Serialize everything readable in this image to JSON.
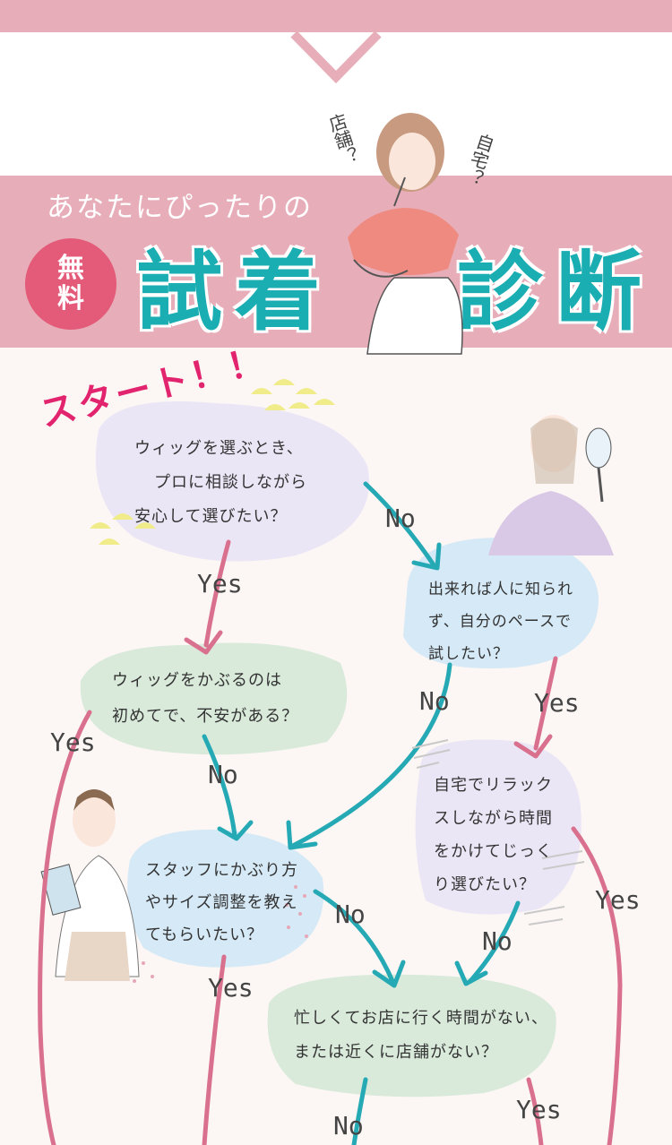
{
  "header": {
    "subtitle": "あなたにぴったりの",
    "badge": "無料",
    "title_left": "試着",
    "title_right": "診断",
    "thought_shop": "店舗？",
    "thought_home": "自宅？"
  },
  "start_label": "スタート！！",
  "questions": {
    "q1": [
      "ウィッグを選ぶとき、",
      "プロに相談しながら",
      "安心して選びたい？"
    ],
    "q2": [
      "出来れば人に知られ",
      "ず、自分のペースで",
      "試したい？"
    ],
    "q3": [
      "ウィッグをかぶるのは",
      "初めてで、不安がある？"
    ],
    "q4": [
      "自宅でリラック",
      "スしながら時間",
      "をかけてじっく",
      "り選びたい？"
    ],
    "q5": [
      "スタッフにかぶり方",
      "やサイズ調整を教え",
      "てもらいたい？"
    ],
    "q6": [
      "忙しくてお店に行く時間がない、",
      "または近くに店舗がない？"
    ]
  },
  "answers": {
    "q1_no": "No",
    "q1_yes": "Yes",
    "q2_no": "No",
    "q2_yes": "Yes",
    "q3_yes": "Yes",
    "q3_no": "No",
    "q4_yes": "Yes",
    "q4_no": "No",
    "q5_no": "No",
    "q5_yes": "Yes",
    "q6_no": "No",
    "q6_yes": "Yes"
  },
  "colors": {
    "pink_band": "#e7aeb9",
    "teal": "#1aaeb3",
    "badge": "#e45a79",
    "start": "#e2246e",
    "arrow_pink": "#d9708e",
    "arrow_teal": "#25a9b4",
    "bubble_lavender": "#ebe6f6",
    "bubble_blue": "#d5e9f6",
    "bubble_green": "#d9eadb"
  }
}
